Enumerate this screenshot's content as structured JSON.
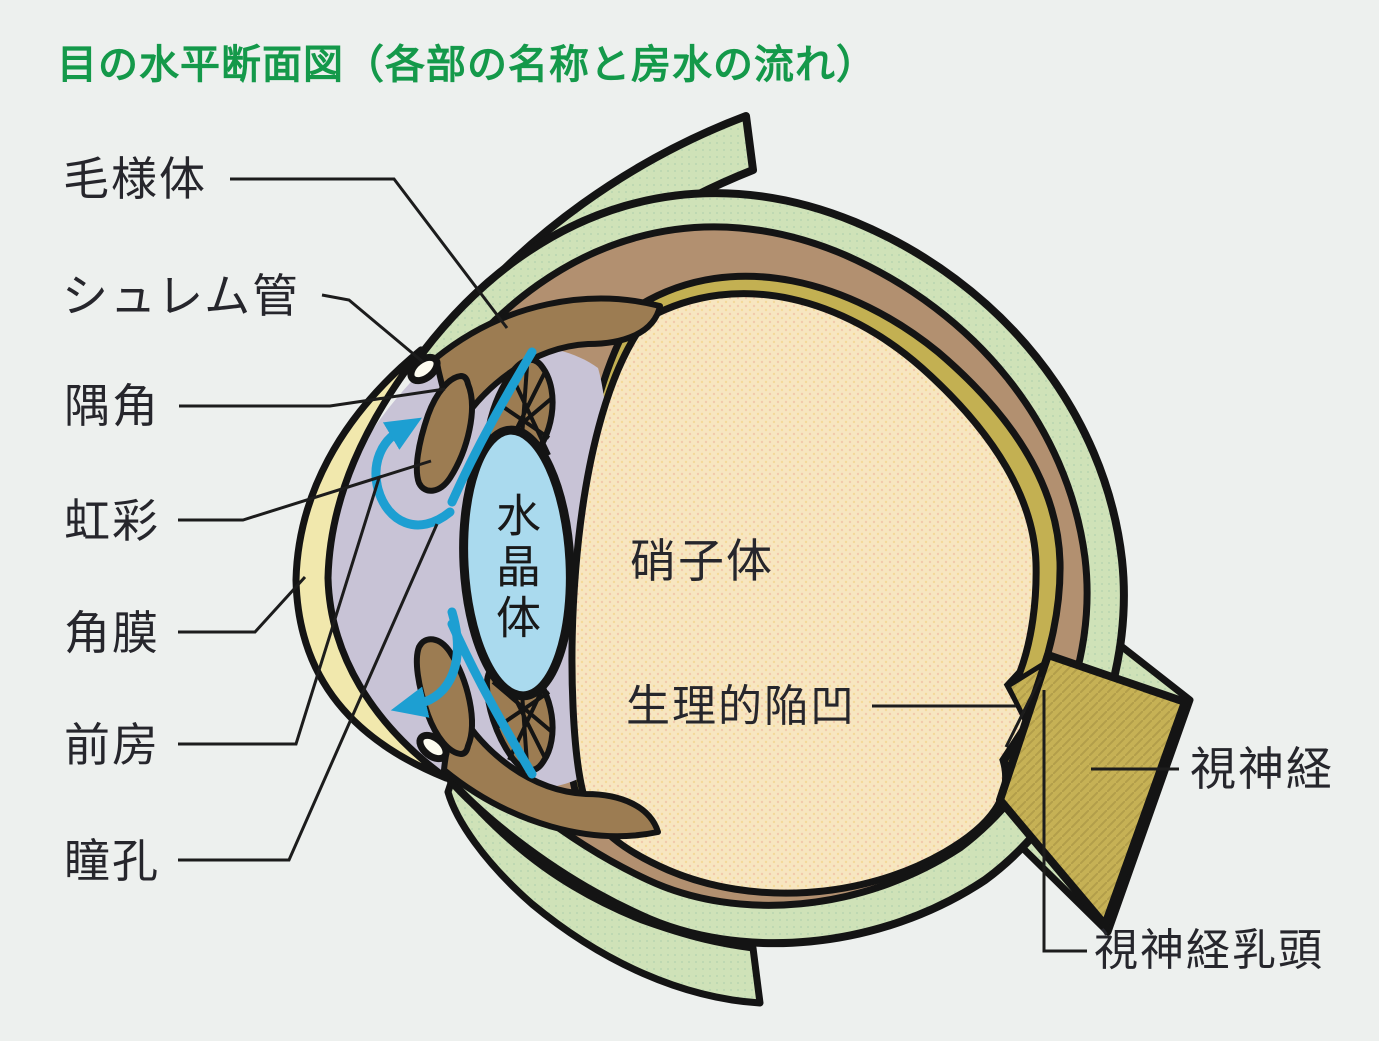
{
  "title": {
    "text": "目の水平断面図（各部の名称と房水の流れ）",
    "color": "#14994a"
  },
  "labels": {
    "ciliary_body": "毛様体",
    "schlemm_canal": "シュレム管",
    "angle": "隅角",
    "iris": "虹彩",
    "cornea": "角膜",
    "anterior_chamber": "前房",
    "pupil": "瞳孔",
    "lens": "水晶体",
    "vitreous_body": "硝子体",
    "physiological_cup": "生理的陥凹",
    "optic_nerve": "視神経",
    "optic_disc": "視神経乳頭"
  },
  "colors": {
    "background": "#edf0ee",
    "outline": "#141414",
    "sclera_green": "#cfe2b8",
    "choroid_brown": "#b29070",
    "retina_olive": "#c3b052",
    "vitreous_cream": "#f7e6c0",
    "ciliary_iris_brown": "#9c7c52",
    "lens_blue": "#aadaee",
    "anterior_chamber_lavender": "#c8c3d6",
    "cornea_yellow": "#f1e8ad",
    "optic_nerve_olive": "#c6b155",
    "aqueous_flow_cyan": "#1d9fd2",
    "label_text": "#26262c"
  }
}
